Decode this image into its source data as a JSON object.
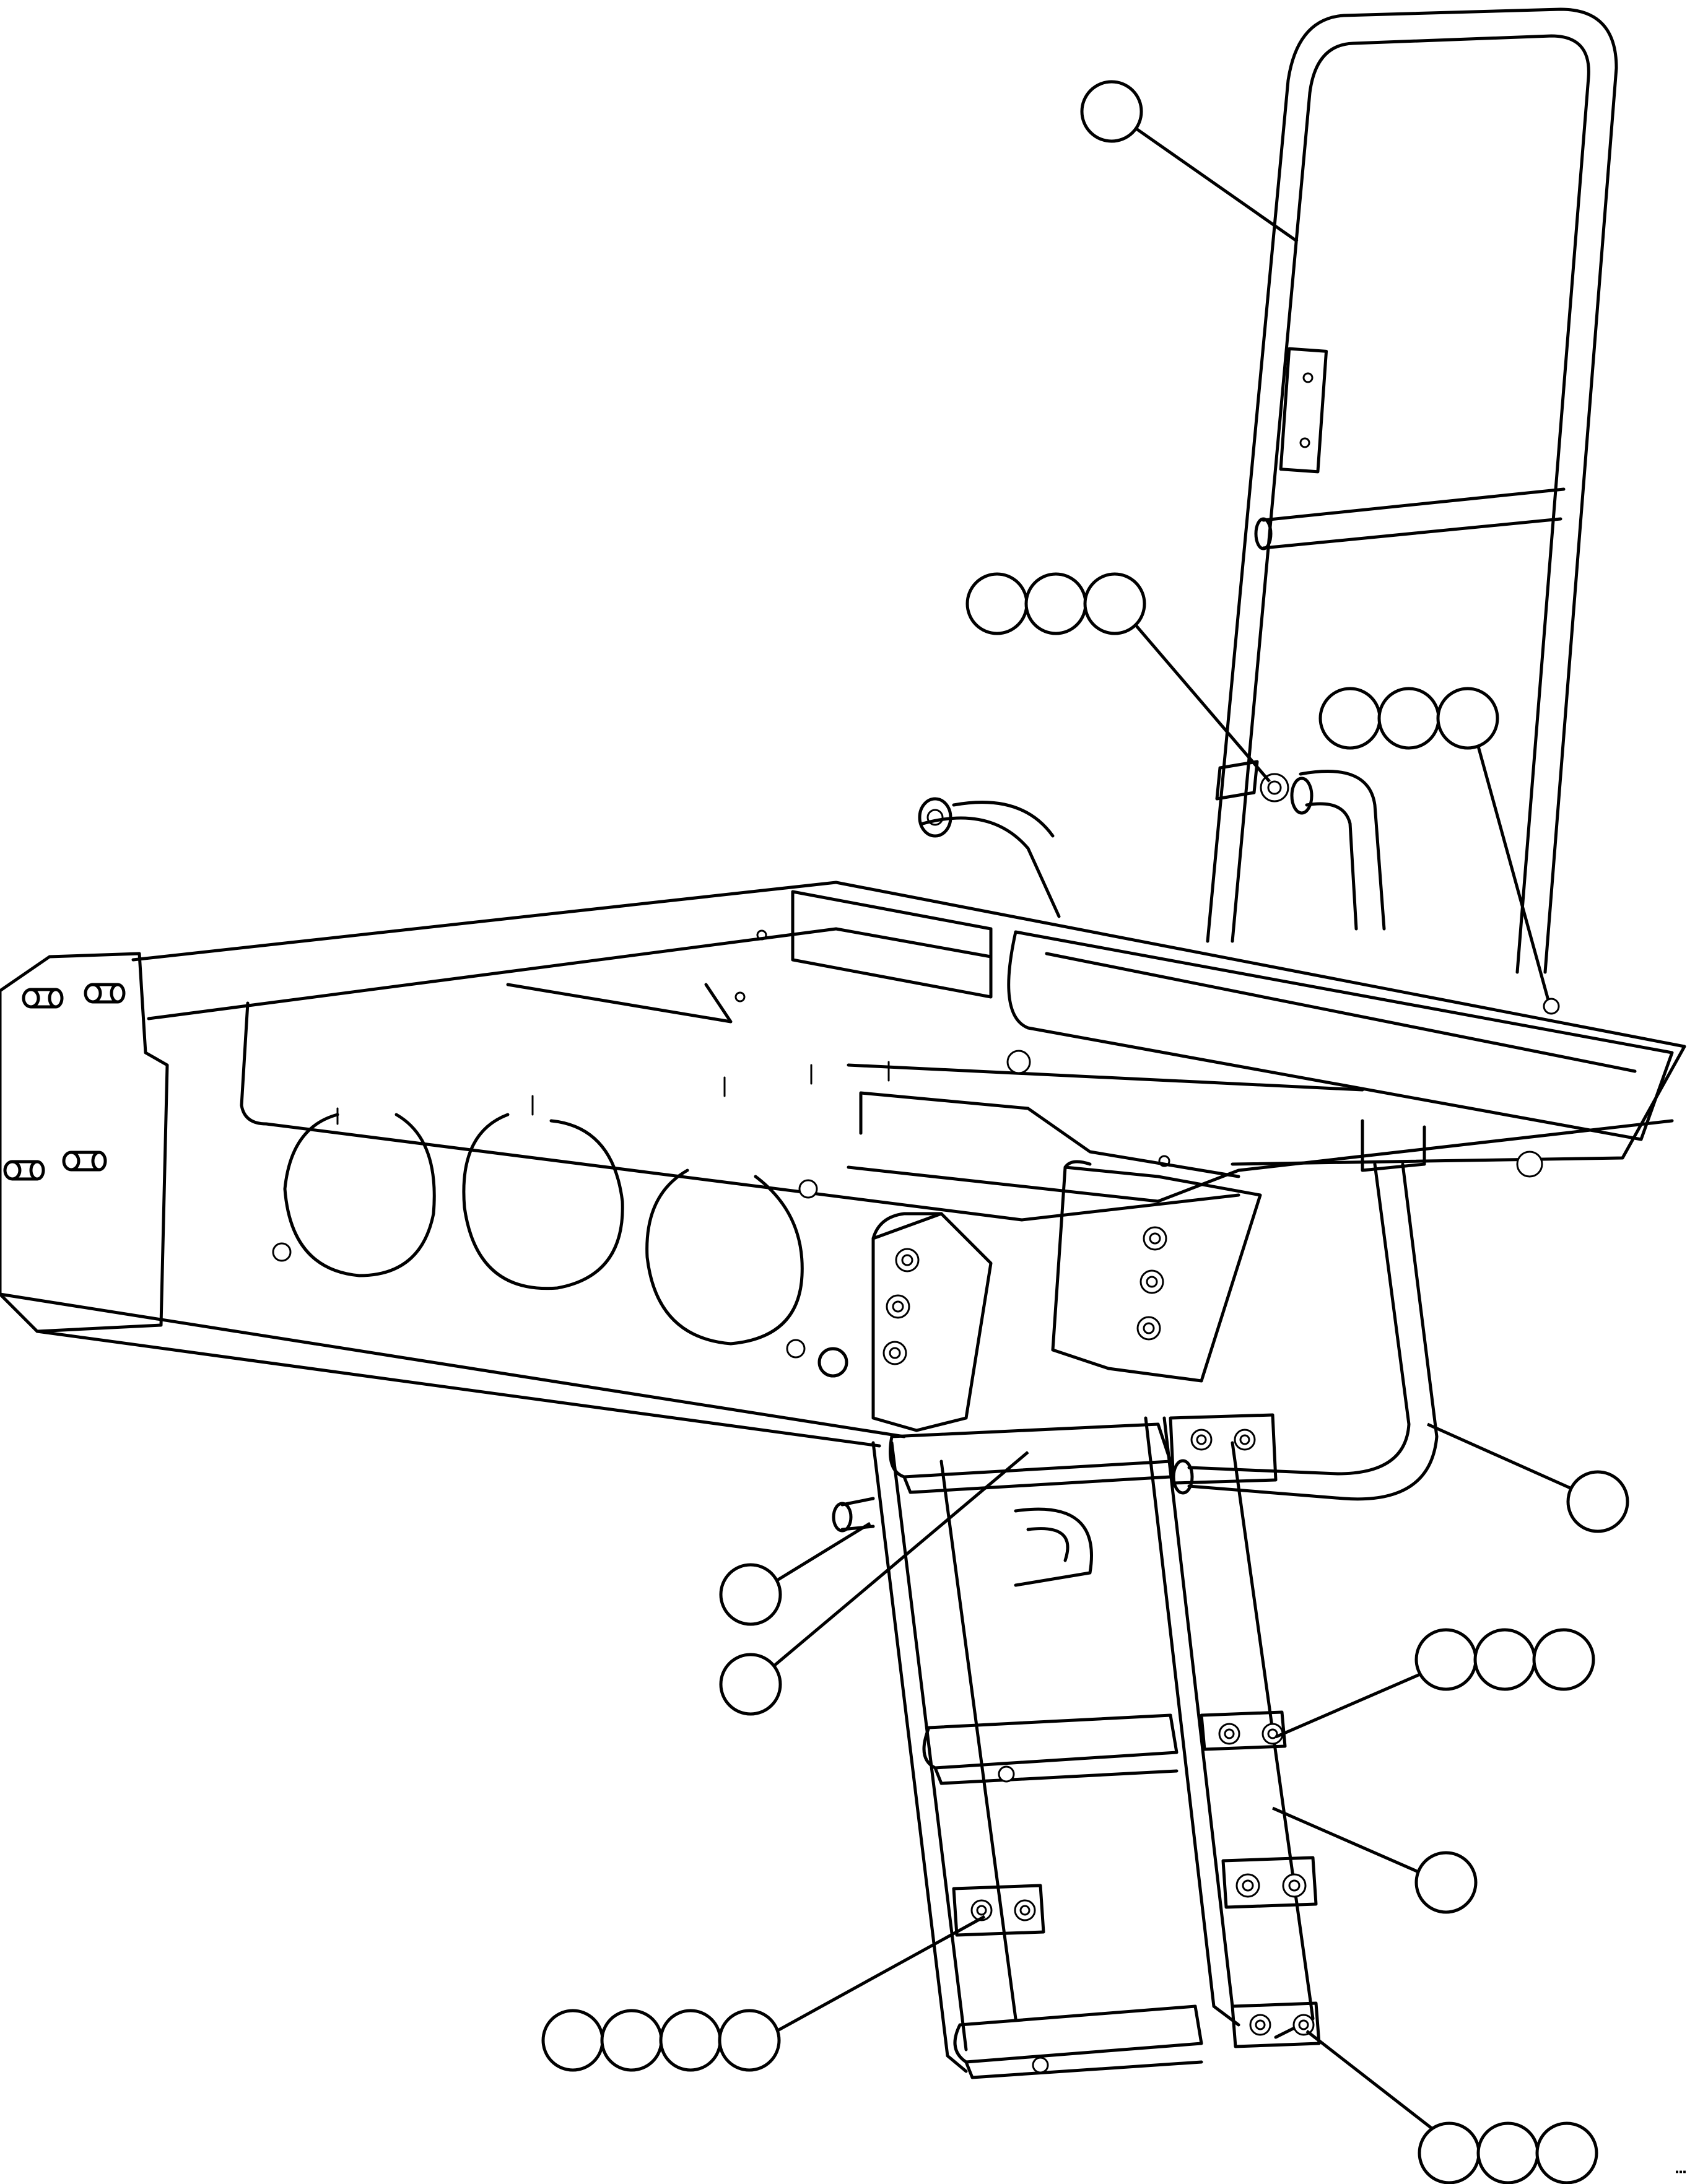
{
  "drawing": {
    "subject": "ladder-platform-assembly",
    "line_color": "#000000",
    "background": "#ffffff"
  },
  "callouts": [
    {
      "id": "callout-handrail",
      "bubbles": 1
    },
    {
      "id": "callout-upper-fastener",
      "bubbles": 3
    },
    {
      "id": "callout-platform-bracket",
      "bubbles": 3
    },
    {
      "id": "callout-lower-handrail",
      "bubbles": 1
    },
    {
      "id": "callout-pin",
      "bubbles": 1
    },
    {
      "id": "callout-step",
      "bubbles": 1
    },
    {
      "id": "callout-side-fastener",
      "bubbles": 3
    },
    {
      "id": "callout-ladder-rail",
      "bubbles": 1
    },
    {
      "id": "callout-rear-fastener",
      "bubbles": 4
    },
    {
      "id": "callout-bottom-fastener",
      "bubbles": 3
    }
  ],
  "reference_code": "▪▪▪"
}
